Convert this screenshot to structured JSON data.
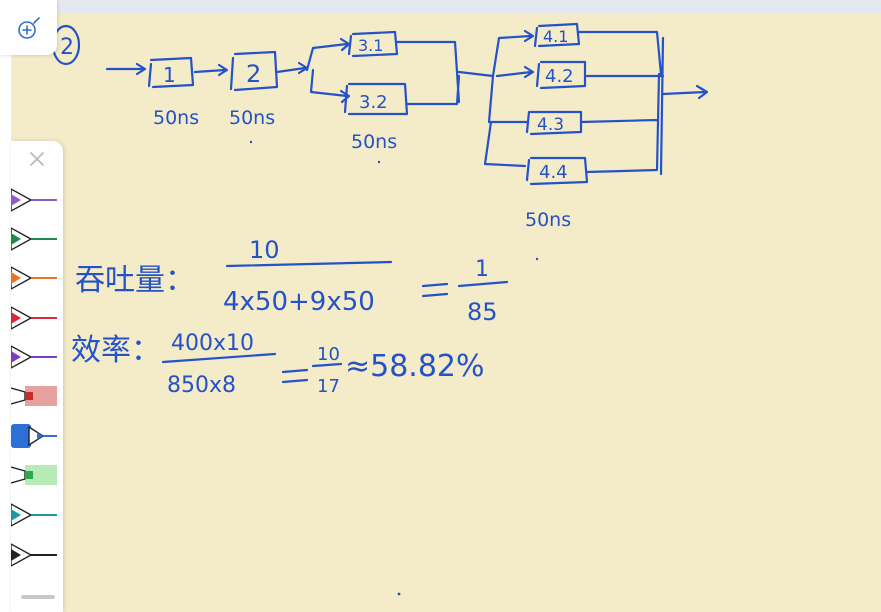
{
  "colors": {
    "ink": "#2452c9",
    "paper": "#f4ebc8",
    "top_strip": "#e4e8ef"
  },
  "note": {
    "problem_number": "2",
    "stages": [
      {
        "id": "stage1",
        "boxes": [
          "1"
        ],
        "time": "50ns"
      },
      {
        "id": "stage2",
        "boxes": [
          "2"
        ],
        "time": "50ns"
      },
      {
        "id": "stage3",
        "boxes": [
          "3.1",
          "3.2"
        ],
        "time": "50ns"
      },
      {
        "id": "stage4",
        "boxes": [
          "4.1",
          "4.2",
          "4.3",
          "4.4"
        ],
        "time": "50ns"
      }
    ],
    "throughput": {
      "label": "吞吐量：",
      "numerator": "10",
      "denominator": "4x50+9x50",
      "result_numerator": "1",
      "result_denominator": "85"
    },
    "efficiency": {
      "label": "效率：",
      "numerator": "400x10",
      "denominator": "850x8",
      "result_numerator": "10",
      "result_denominator": "17",
      "approx": "≈58.82%"
    }
  },
  "toolbar": {
    "add_icon": "add-page-icon",
    "close_icon": "close-icon",
    "tools": [
      {
        "id": "pen-purple",
        "kind": "pen",
        "color": "#8b5cc9"
      },
      {
        "id": "pen-green",
        "kind": "pen",
        "color": "#1e8a4a"
      },
      {
        "id": "pen-orange",
        "kind": "pen",
        "color": "#e8742a"
      },
      {
        "id": "pen-red",
        "kind": "pen",
        "color": "#d42b3a"
      },
      {
        "id": "pen-violet",
        "kind": "pen",
        "color": "#7a3fc0"
      },
      {
        "id": "highlighter-red",
        "kind": "highlighter",
        "color": "#e7a0a0"
      },
      {
        "id": "pen-blue",
        "kind": "pen",
        "color": "#2d6fd6",
        "selected": true
      },
      {
        "id": "highlighter-green",
        "kind": "highlighter",
        "color": "#b7eab7"
      },
      {
        "id": "pen-teal",
        "kind": "pen",
        "color": "#1b9aa3"
      },
      {
        "id": "pen-black",
        "kind": "pen",
        "color": "#222222"
      }
    ]
  }
}
